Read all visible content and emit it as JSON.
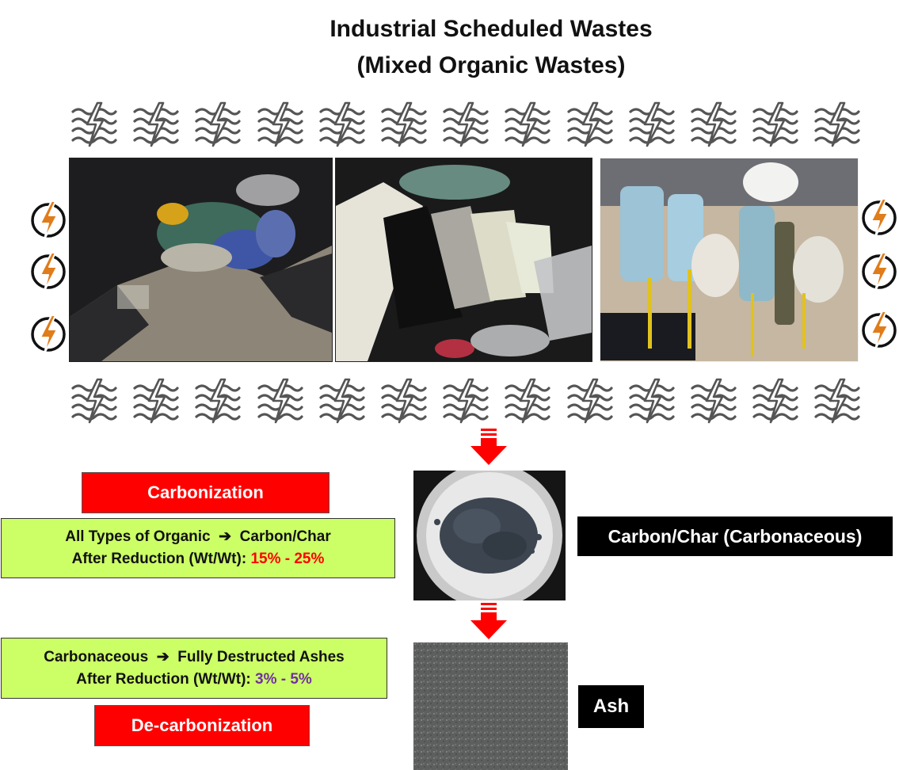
{
  "title": {
    "line1": "Industrial Scheduled Wastes",
    "line2": "(Mixed Organic Wastes)"
  },
  "icons": {
    "heat": "heat-wave-lightning-icon",
    "bolt": "lightning-bolt-circle-icon",
    "arrow": "down-arrow-icon"
  },
  "colors": {
    "red_label": "#ff0000",
    "green_box": "#ccff66",
    "black_label": "#000000",
    "bolt_orange": "#e07c1a",
    "purple_pct": "#7030a0"
  },
  "carbonization": {
    "label": "Carbonization",
    "line1_from": "All Types of Organic",
    "line1_to": "Carbon/Char",
    "line2_prefix": "After Reduction (Wt/Wt):",
    "line2_value": "15% - 25%"
  },
  "char_label": "Carbon/Char (Carbonaceous)",
  "decarbonization": {
    "label": "De-carbonization",
    "line1_from": "Carbonaceous",
    "line1_to": "Fully Destructed Ashes",
    "line2_prefix": "After Reduction (Wt/Wt):",
    "line2_value": "3% - 5%"
  },
  "ash_label": "Ash"
}
